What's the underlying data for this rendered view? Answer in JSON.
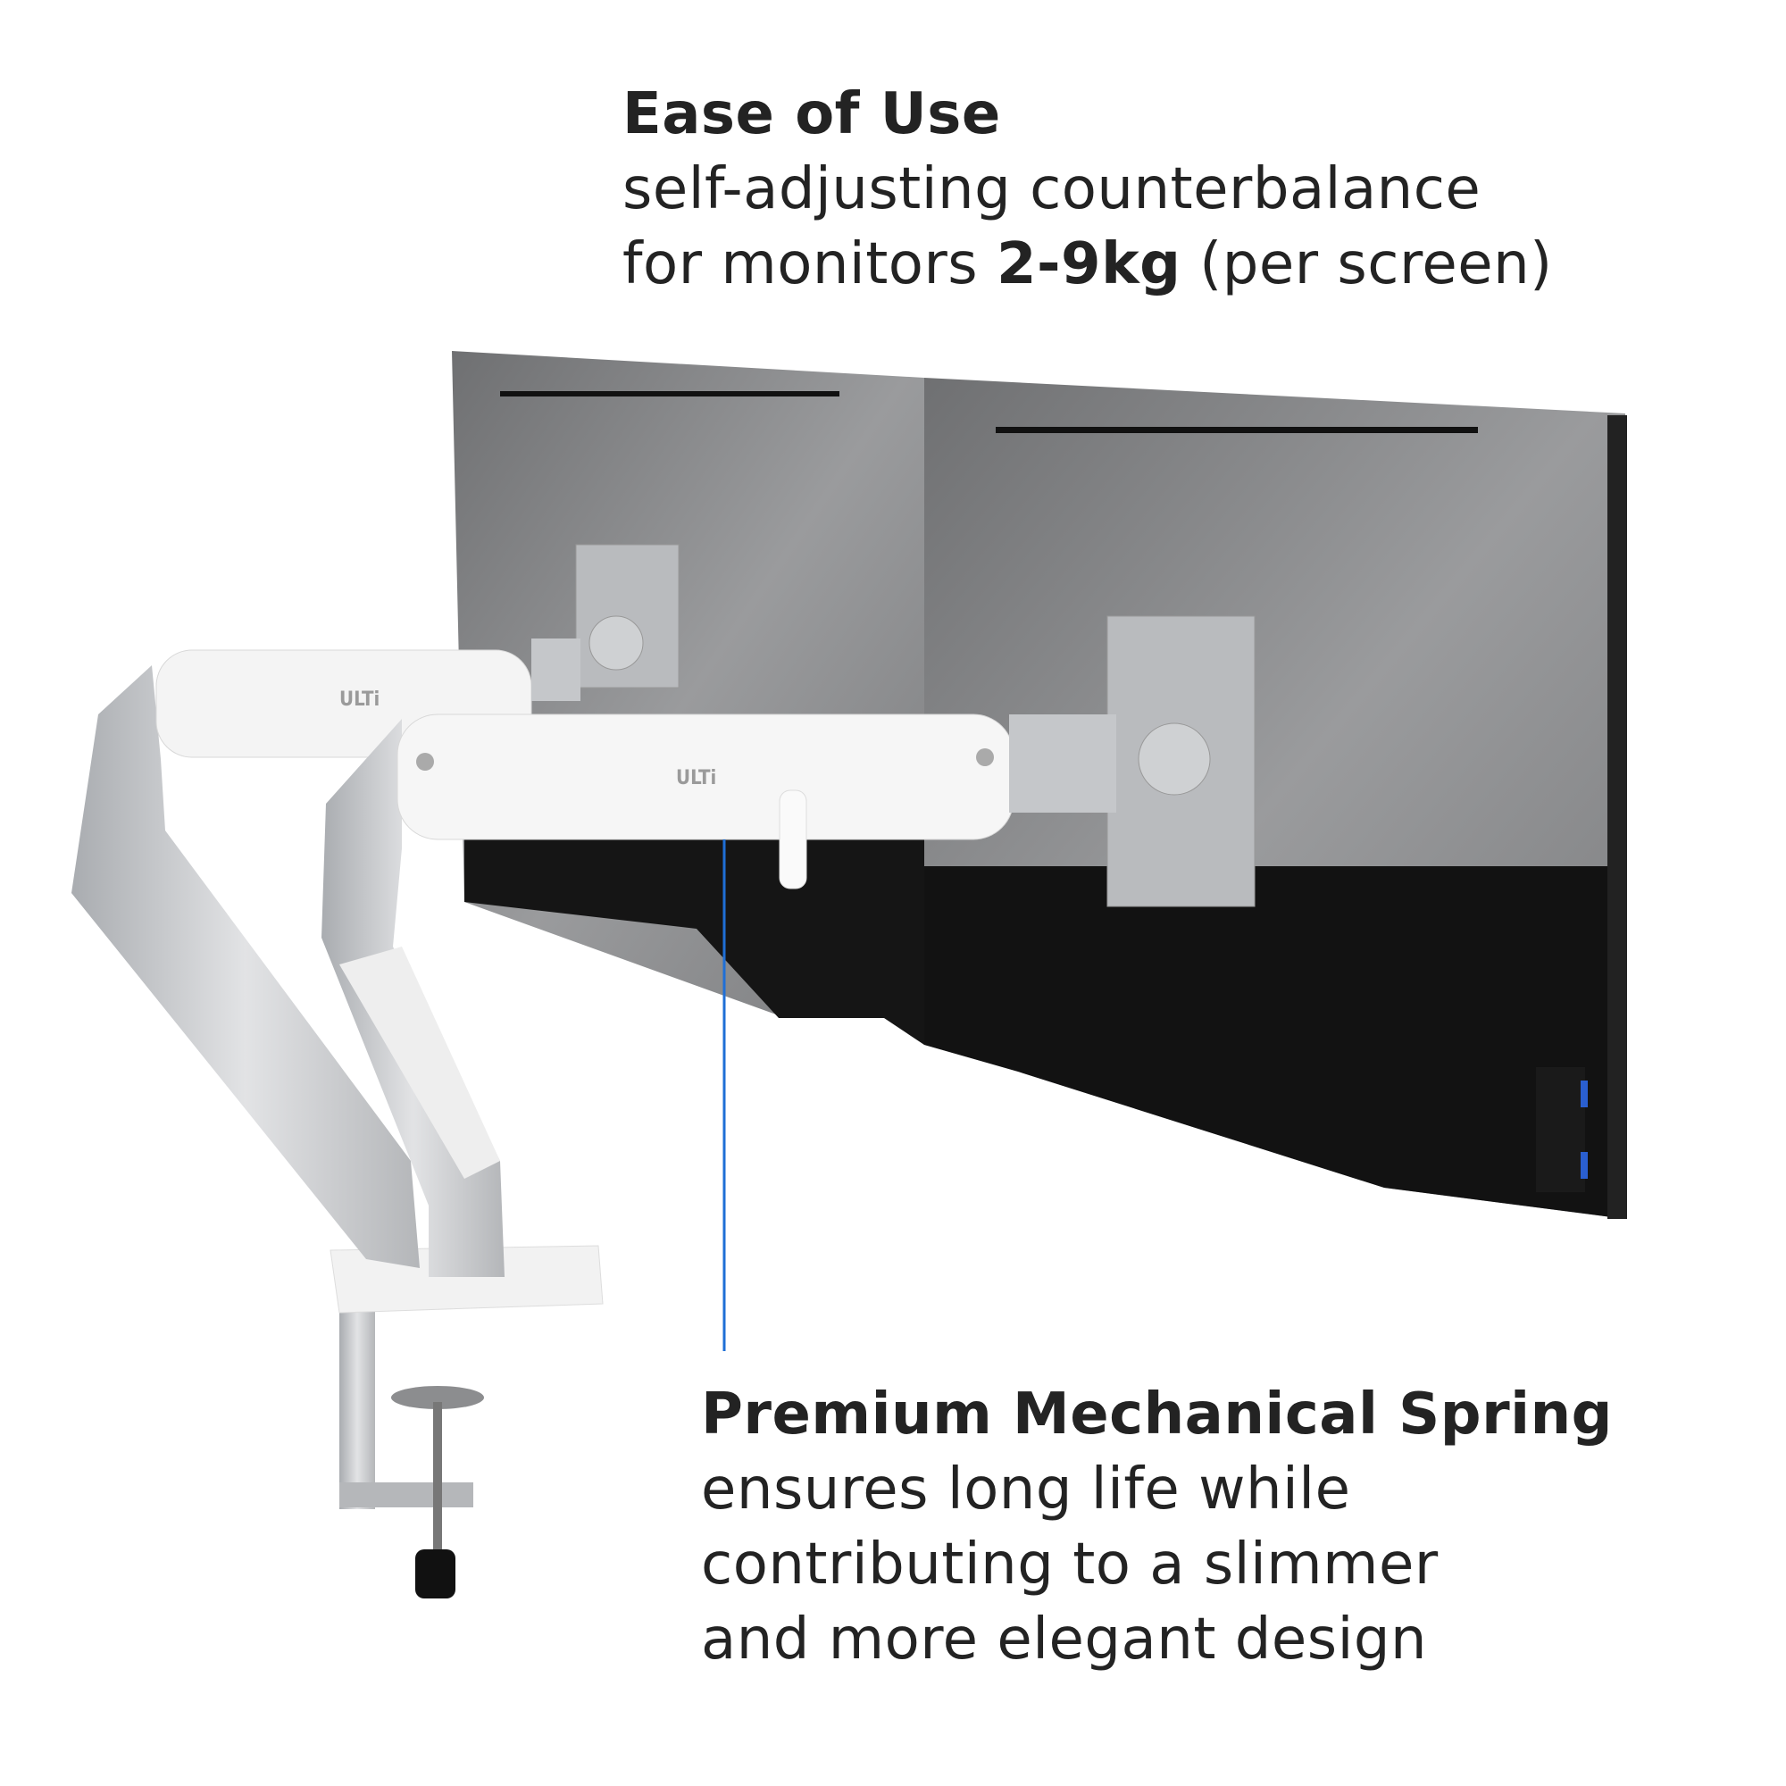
{
  "top_block": {
    "heading": "Ease of Use",
    "line1": "self-adjusting counterbalance",
    "line2_prefix": "for monitors ",
    "line2_bold": "2-9kg",
    "line2_suffix": " (per screen)"
  },
  "bottom_block": {
    "heading": "Premium Mechanical Spring",
    "line1": "ensures long life while",
    "line2": "contributing to a slimmer",
    "line3": "and more elegant design"
  },
  "product": {
    "brand_logo_upper": "ULTi",
    "brand_logo_lower": "ULTi"
  },
  "colors": {
    "callout_line": "#1f6fd6",
    "text": "#232323",
    "arm_silver": "#c9cbce",
    "arm_white": "#f4f4f4",
    "monitor_back": "#8c8d8f"
  }
}
